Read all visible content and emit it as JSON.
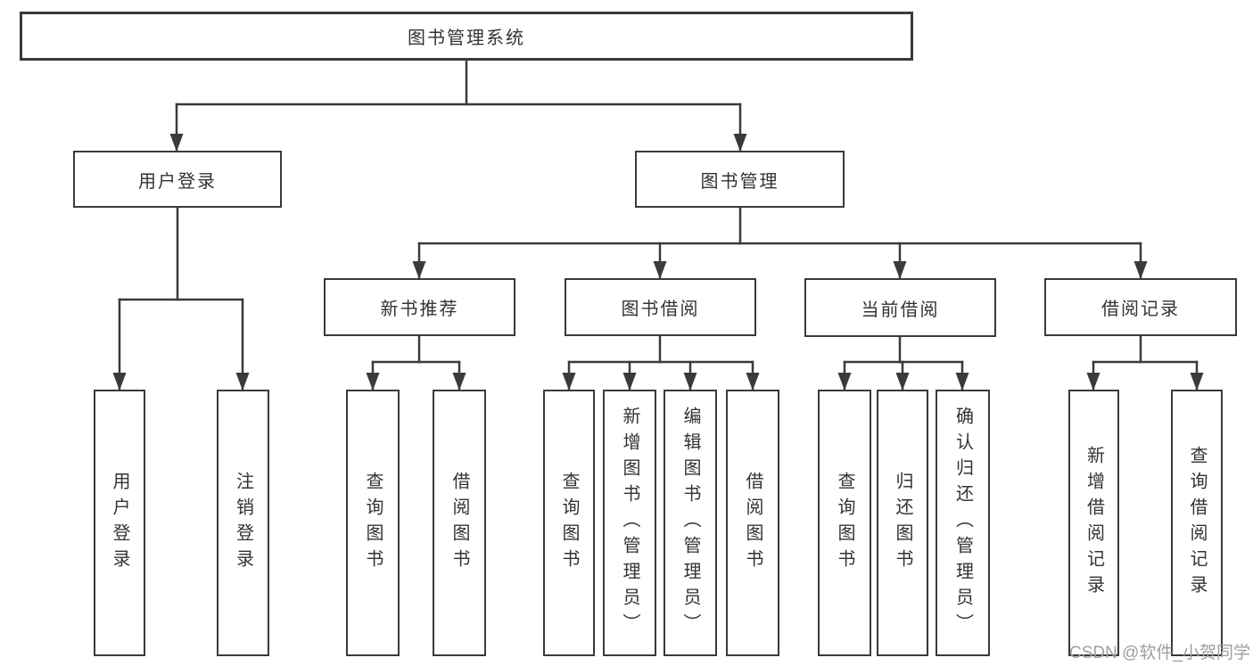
{
  "diagram": {
    "root": "图书管理系统",
    "branches": [
      {
        "label": "用户登录",
        "children": [
          "用户登录",
          "注销登录"
        ]
      },
      {
        "label": "图书管理",
        "sections": [
          {
            "label": "新书推荐",
            "children": [
              "查询图书",
              "借阅图书"
            ]
          },
          {
            "label": "图书借阅",
            "children": [
              "查询图书",
              "新增图书（管理员）",
              "编辑图书（管理员）",
              "借阅图书"
            ]
          },
          {
            "label": "当前借阅",
            "children": [
              "查询图书",
              "归还图书",
              "确认归还（管理员）"
            ]
          },
          {
            "label": "借阅记录",
            "children": [
              "新增借阅记录",
              "查询借阅记录"
            ]
          }
        ]
      }
    ]
  },
  "watermark": "CSDN @软件_小贺同学",
  "colors": {
    "line": "#3a3a3a",
    "text": "#333333",
    "box_fill": "#ffffff",
    "watermark": "#9e9e9e",
    "background": "#ffffff"
  }
}
